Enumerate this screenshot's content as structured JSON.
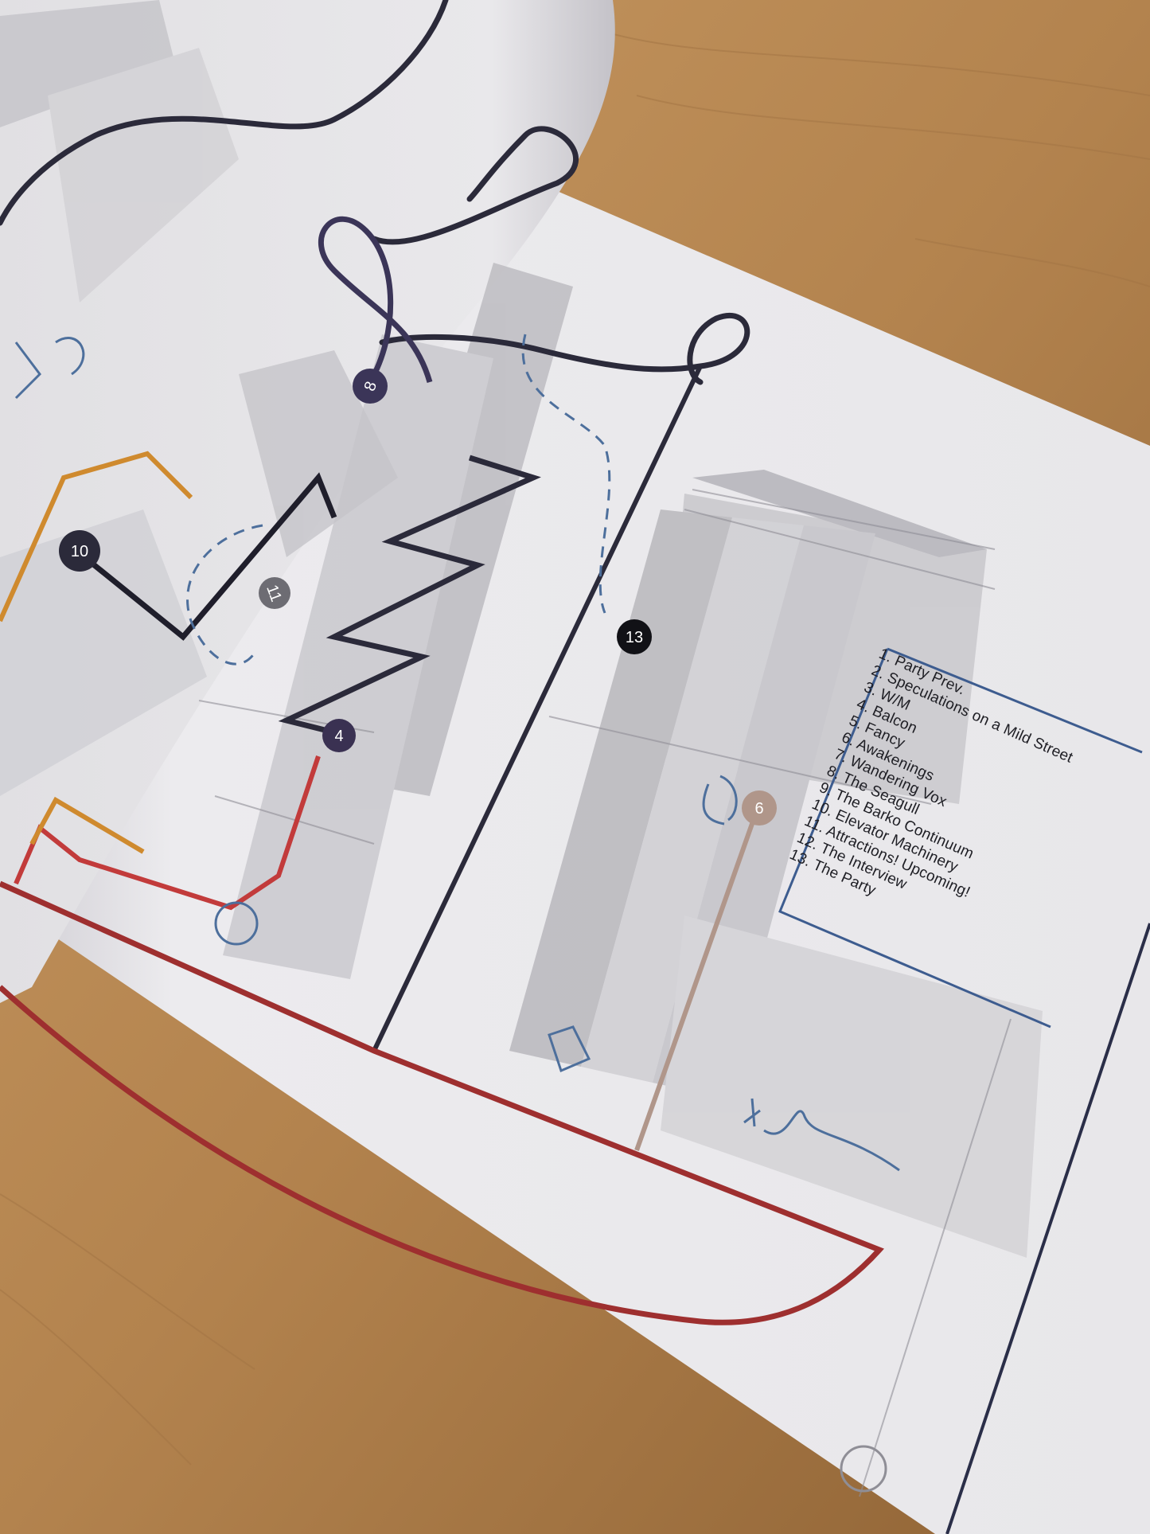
{
  "legend": {
    "items": [
      "1. Party Prev.",
      "2. Speculations on a Mild Street",
      "3. W/M",
      "4. Balcon",
      "5. Fancy",
      "6. Awakenings",
      "7. Wandering Vox",
      "8. The Seagull",
      "9. The Barko Continuum",
      "10. Elevator Machinery",
      "11. Attractions! Upcoming!",
      "12. The Interview",
      "13. The Party"
    ]
  },
  "markers": {
    "m4": "4",
    "m6": "6",
    "m8": "8",
    "m10": "10",
    "m11": "11",
    "m13": "13"
  },
  "colors": {
    "table_wood": "#b98a55",
    "page": "#ecebee",
    "building_gray": "#c9c8cc",
    "line_dark": "#2b2a3a",
    "line_red": "#9e2f2f",
    "line_orange": "#cf8a2e",
    "line_tan": "#b0968a",
    "line_blue": "#4d6f9c"
  }
}
